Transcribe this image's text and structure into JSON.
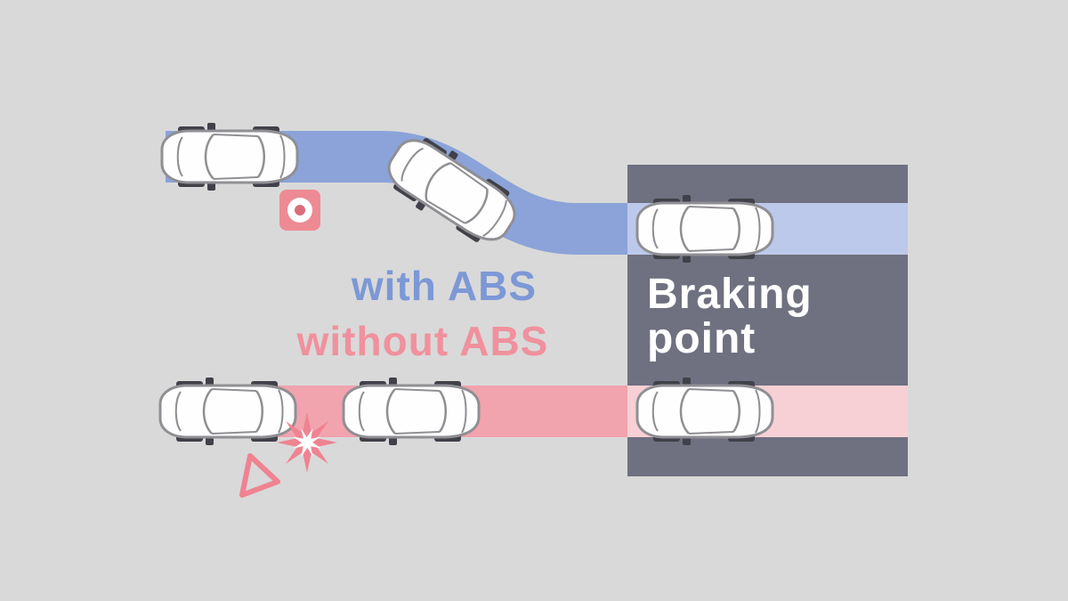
{
  "labels": {
    "with_abs": "with ABS",
    "without_abs": "without ABS",
    "braking_point_line1": "Braking",
    "braking_point_line2": "point"
  },
  "icons": {
    "abs_sensor": "abs-wheel-sensor-icon",
    "collision_burst": "collision-burst-icon",
    "hazard_triangle": "hazard-triangle-icon",
    "car": "car-top-view-icon"
  },
  "colors": {
    "background": "#d9d9d9",
    "abs_path": "#8ba3d9",
    "abs_path_in_box": "#bdc9ea",
    "no_abs_path": "#f1a3ae",
    "no_abs_path_in_box": "#f6d0d5",
    "braking_box": "#6f7080",
    "with_abs_label": "#7d98d6",
    "without_abs_label": "#f0919d",
    "braking_point_label": "#ffffff",
    "abs_icon_bg": "#ee8a94",
    "abs_icon_hub": "#d96d7c",
    "collision_outer": "#ef8391",
    "collision_inner": "#ffffff",
    "car_body": "#fefefe",
    "car_outline": "#8f8f94",
    "wheel": "#41414a"
  }
}
